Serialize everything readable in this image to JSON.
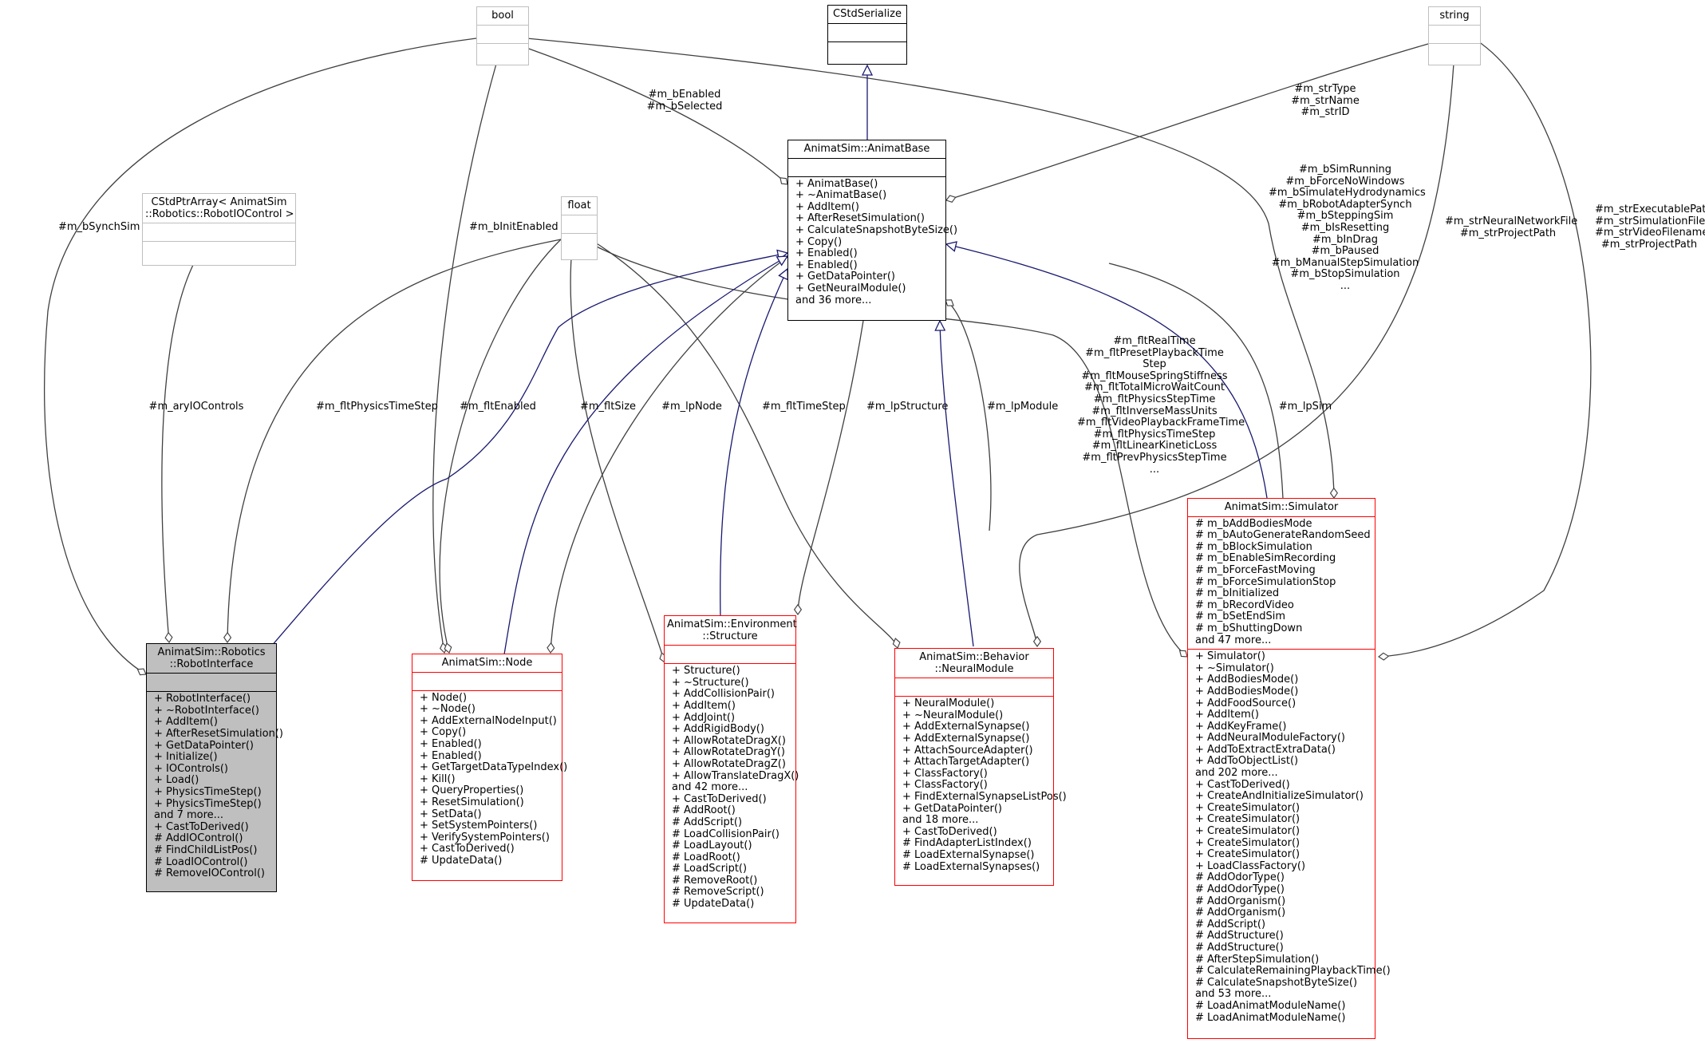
{
  "nodes": {
    "bool": {
      "title": [
        "bool"
      ]
    },
    "cstdserialize": {
      "title": [
        "CStdSerialize"
      ]
    },
    "string": {
      "title": [
        "string"
      ]
    },
    "cstdptrarray": {
      "title": [
        "CStdPtrArray< AnimatSim",
        "::Robotics::RobotIOControl >"
      ]
    },
    "float": {
      "title": [
        "float"
      ]
    },
    "animatbase": {
      "title": [
        "AnimatSim::AnimatBase"
      ],
      "methods": [
        "+ AnimatBase()",
        "+ ~AnimatBase()",
        "+ AddItem()",
        "+ AfterResetSimulation()",
        "+ CalculateSnapshotByteSize()",
        "+ Copy()",
        "+ Enabled()",
        "+ Enabled()",
        "+ GetDataPointer()",
        "+ GetNeuralModule()",
        "and 36 more..."
      ]
    },
    "robotinterface": {
      "title": [
        "AnimatSim::Robotics",
        "::RobotInterface"
      ],
      "methods": [
        "+ RobotInterface()",
        "+ ~RobotInterface()",
        "+ AddItem()",
        "+ AfterResetSimulation()",
        "+ GetDataPointer()",
        "+ Initialize()",
        "+ IOControls()",
        "+ Load()",
        "+ PhysicsTimeStep()",
        "+ PhysicsTimeStep()",
        "and 7 more...",
        "+ CastToDerived()",
        "# AddIOControl()",
        "# FindChildListPos()",
        "# LoadIOControl()",
        "# RemoveIOControl()"
      ]
    },
    "node": {
      "title": [
        "AnimatSim::Node"
      ],
      "methods": [
        "+ Node()",
        "+ ~Node()",
        "+ AddExternalNodeInput()",
        "+ Copy()",
        "+ Enabled()",
        "+ Enabled()",
        "+ GetTargetDataTypeIndex()",
        "+ Kill()",
        "+ QueryProperties()",
        "+ ResetSimulation()",
        "+ SetData()",
        "+ SetSystemPointers()",
        "+ VerifySystemPointers()",
        "+ CastToDerived()",
        "# UpdateData()"
      ]
    },
    "structure": {
      "title": [
        "AnimatSim::Environment",
        "::Structure"
      ],
      "methods": [
        "+ Structure()",
        "+ ~Structure()",
        "+ AddCollisionPair()",
        "+ AddItem()",
        "+ AddJoint()",
        "+ AddRigidBody()",
        "+ AllowRotateDragX()",
        "+ AllowRotateDragY()",
        "+ AllowRotateDragZ()",
        "+ AllowTranslateDragX()",
        "and 42 more...",
        "+ CastToDerived()",
        "# AddRoot()",
        "# AddScript()",
        "# LoadCollisionPair()",
        "# LoadLayout()",
        "# LoadRoot()",
        "# LoadScript()",
        "# RemoveRoot()",
        "# RemoveScript()",
        "# UpdateData()"
      ]
    },
    "neuralmodule": {
      "title": [
        "AnimatSim::Behavior",
        "::NeuralModule"
      ],
      "methods": [
        "+ NeuralModule()",
        "+ ~NeuralModule()",
        "+ AddExternalSynapse()",
        "+ AddExternalSynapse()",
        "+ AttachSourceAdapter()",
        "+ AttachTargetAdapter()",
        "+ ClassFactory()",
        "+ ClassFactory()",
        "+ FindExternalSynapseListPos()",
        "+ GetDataPointer()",
        "and 18 more...",
        "+ CastToDerived()",
        "# FindAdapterListIndex()",
        "# LoadExternalSynapse()",
        "# LoadExternalSynapses()"
      ]
    },
    "simulator": {
      "title": [
        "AnimatSim::Simulator"
      ],
      "attributes": [
        "# m_bAddBodiesMode",
        "# m_bAutoGenerateRandomSeed",
        "# m_bBlockSimulation",
        "# m_bEnableSimRecording",
        "# m_bForceFastMoving",
        "# m_bForceSimulationStop",
        "# m_bInitialized",
        "# m_bRecordVideo",
        "# m_bSetEndSim",
        "# m_bShuttingDown",
        "and 47 more..."
      ],
      "methods": [
        "+ Simulator()",
        "+ ~Simulator()",
        "+ AddBodiesMode()",
        "+ AddBodiesMode()",
        "+ AddFoodSource()",
        "+ AddItem()",
        "+ AddKeyFrame()",
        "+ AddNeuralModuleFactory()",
        "+ AddToExtractExtraData()",
        "+ AddToObjectList()",
        "and 202 more...",
        "+ CastToDerived()",
        "+ CreateAndInitializeSimulator()",
        "+ CreateSimulator()",
        "+ CreateSimulator()",
        "+ CreateSimulator()",
        "+ CreateSimulator()",
        "+ CreateSimulator()",
        "+ LoadClassFactory()",
        "# AddOdorType()",
        "# AddOdorType()",
        "# AddOrganism()",
        "# AddOrganism()",
        "# AddScript()",
        "# AddStructure()",
        "# AddStructure()",
        "# AfterStepSimulation()",
        "# CalculateRemainingPlaybackTime()",
        "# CalculateSnapshotByteSize()",
        "and 53 more...",
        "# LoadAnimatModuleName()",
        "# LoadAnimatModuleName()"
      ]
    }
  },
  "edge_labels": {
    "bool_animatbase": [
      "#m_bEnabled",
      "#m_bSelected"
    ],
    "string_animatbase": [
      "#m_strType",
      "#m_strName",
      "#m_strID"
    ],
    "bool_simulator": [
      "#m_bSimRunning",
      "#m_bForceNoWindows",
      "#m_bSimulateHydrodynamics",
      "#m_bRobotAdapterSynch",
      "#m_bSteppingSim",
      "#m_bIsResetting",
      "#m_bInDrag",
      "#m_bPaused",
      "#m_bManualStepSimulation",
      "#m_bStopSimulation",
      "..."
    ],
    "string_neuralmodule": [
      "#m_strNeuralNetworkFile",
      "#m_strProjectPath"
    ],
    "string_simulator": [
      "#m_strExecutablePath",
      "#m_strSimulationFile",
      "#m_strVideoFilename",
      "#m_strProjectPath"
    ],
    "bool_robot": [
      "#m_bSynchSim"
    ],
    "bool_node": [
      "#m_bInitEnabled"
    ],
    "ptr_robot": [
      "#m_aryIOControls"
    ],
    "float_robot": [
      "#m_fltPhysicsTimeStep"
    ],
    "float_node": [
      "#m_fltEnabled"
    ],
    "float_structure": [
      "#m_fltSize"
    ],
    "animatbase_node": [
      "#m_lpNode"
    ],
    "float_neuralmodule": [
      "#m_fltTimeStep"
    ],
    "animatbase_structure": [
      "#m_lpStructure"
    ],
    "animatbase_neuralmodule": [
      "#m_lpModule"
    ],
    "float_simulator": [
      "#m_fltRealTime",
      "#m_fltPresetPlaybackTime",
      "Step",
      "#m_fltMouseSpringStiffness",
      "#m_fltTotalMicroWaitCount",
      "#m_fltPhysicsStepTime",
      "#m_fltInverseMassUnits",
      "#m_fltVideoPlaybackFrameTime",
      "#m_fltPhysicsTimeStep",
      "#m_fltLinearKineticLoss",
      "#m_fltPrevPhysicsStepTime",
      "..."
    ],
    "animatbase_simulator": [
      "#m_lpSim"
    ]
  },
  "colors": {
    "inheritance": "#191970",
    "collaboration": "#404040",
    "class_border": "#ff0000",
    "external_border": "#bfbfbf",
    "focus_fill": "#bfbfbf"
  }
}
